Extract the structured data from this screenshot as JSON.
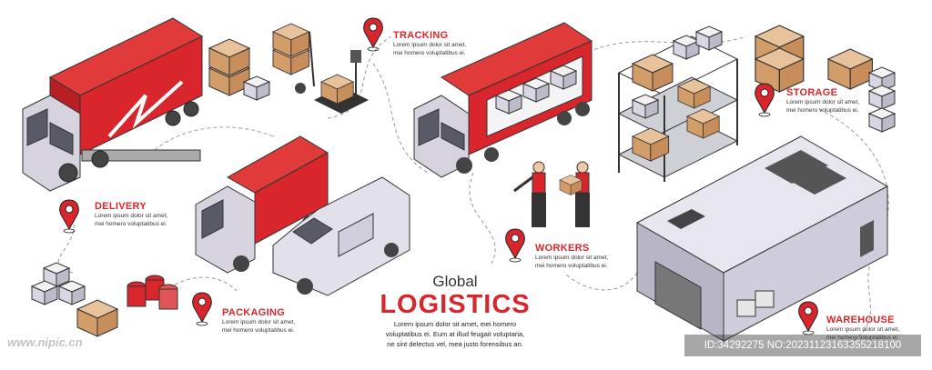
{
  "labels": {
    "tracking": {
      "title": "TRACKING",
      "line1": "Lorem ipsum dolor sit amet,",
      "line2": "mei homero voluptatibus ei."
    },
    "delivery": {
      "title": "DELIVERY",
      "line1": "Lorem ipsum dolor sit amet,",
      "line2": "mei homero voluptatibus ei."
    },
    "workers": {
      "title": "WORKERS",
      "line1": "Lorem ipsum dolor sit amet,",
      "line2": "mei homero voluptatibus ei."
    },
    "packaging": {
      "title": "PACKAGING",
      "line1": "Lorem ipsum dolor sit amet,",
      "line2": "mei homero voluptatibus ei."
    },
    "storage": {
      "title": "STORAGE",
      "line1": "Lorem ipsum dolor sit amet,",
      "line2": "mei homero voluptatibus ei."
    },
    "warehouse": {
      "title": "WAREHOUSE",
      "line1": "Lorem ipsum dolor sit amet,",
      "line2": "mei homero voluptatibus ei."
    }
  },
  "center": {
    "small_title": "Global",
    "big_title": "LOGISTICS",
    "line1": "Lorem ipsum dolor sit amet, mei homero",
    "line2": "voluptatibus ei. Eum at illud feugait voluptaria,",
    "line3": "ne sint delectus vel, mea justo forensibus an."
  },
  "watermarks": {
    "left": "www.nipic.cn",
    "right": "ID:34292275 NO:20231123163355218100"
  },
  "colors": {
    "accent": "#d9262c",
    "neutral": "#d6d3df",
    "cardboard": "#d39d6a"
  }
}
